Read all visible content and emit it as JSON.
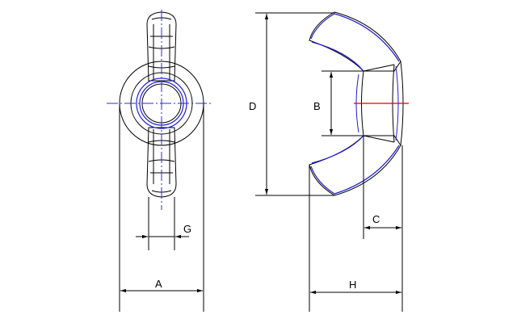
{
  "drawing": {
    "colors": {
      "outline": "#000000",
      "blue_edge": "#1f1fd6",
      "center_line": "#2a2ae0",
      "red_center": "#e00000",
      "background": "#ffffff"
    },
    "dimensions": {
      "A": "A",
      "G": "G",
      "D": "D",
      "B": "B",
      "C": "C",
      "H": "H"
    }
  }
}
